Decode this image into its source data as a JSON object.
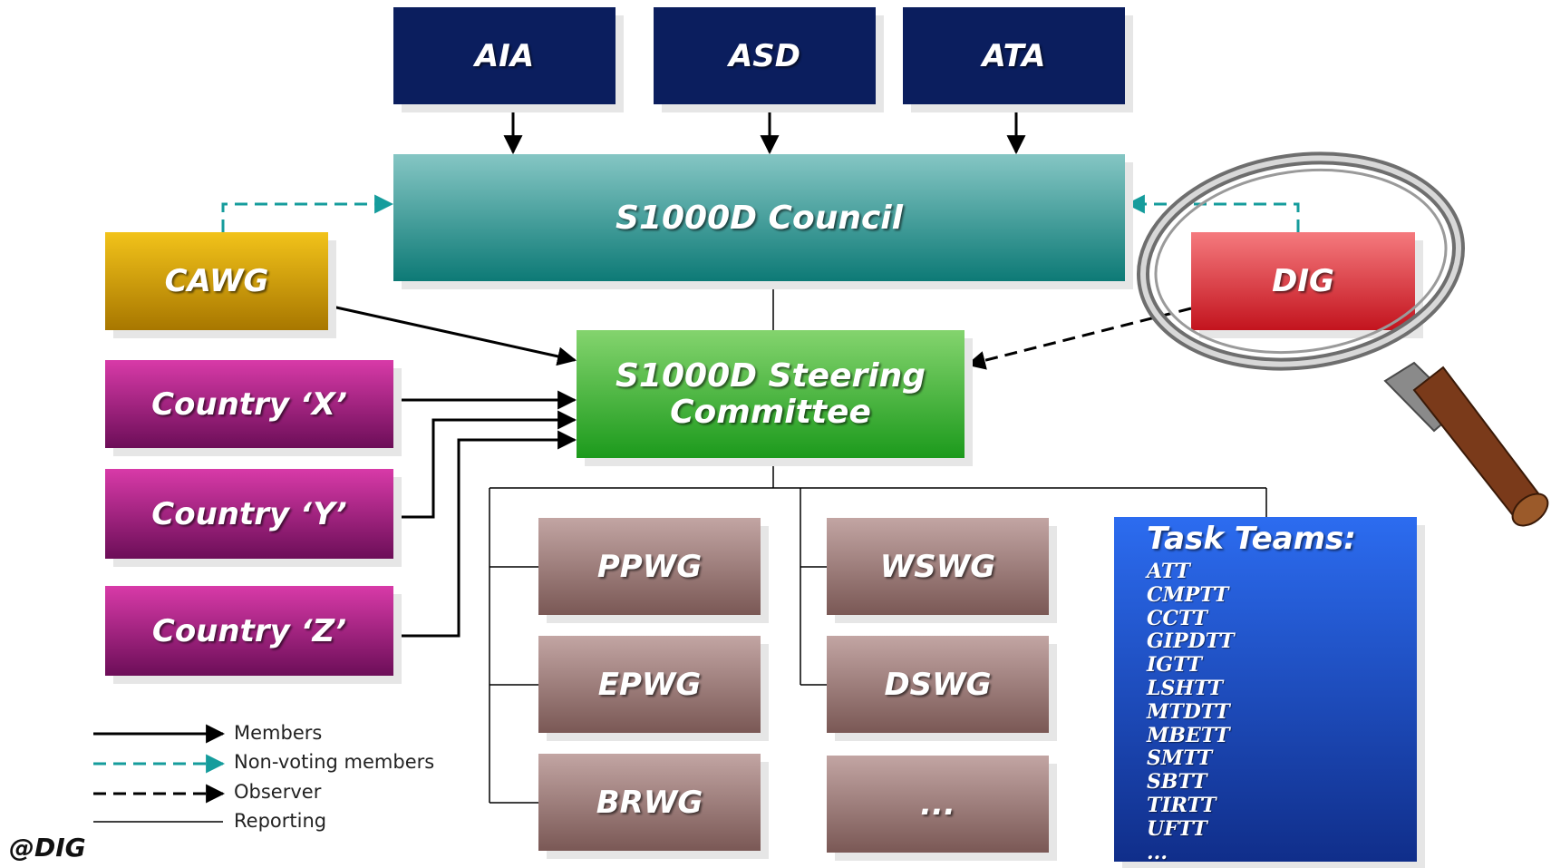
{
  "orgs": {
    "aia": "AIA",
    "asd": "ASD",
    "ata": "ATA"
  },
  "council": "S1000D Council",
  "cawg": "CAWG",
  "dig": "DIG",
  "steering": {
    "line1": "S1000D Steering",
    "line2": "Committee"
  },
  "countries": {
    "x": "Country ‘X’",
    "y": "Country ‘Y’",
    "z": "Country ‘Z’"
  },
  "working_groups": {
    "ppwg": "PPWG",
    "epwg": "EPWG",
    "brwg": "BRWG",
    "wswg": "WSWG",
    "dswg": "DSWG",
    "more": "..."
  },
  "task_teams": {
    "title": "Task Teams:",
    "items": [
      "ATT",
      "CMPTT",
      "CCTT",
      "GIPDTT",
      "IGTT",
      "LSHTT",
      "MTDTT",
      "MBETT",
      "SMTT",
      "SBTT",
      "TIRTT",
      "UFTT",
      "..."
    ]
  },
  "legend": {
    "members": "Members",
    "non_voting": "Non-voting members",
    "observer": "Observer",
    "reporting": "Reporting"
  },
  "credit": "@DIG",
  "colors": {
    "navy": "#0b1e5e",
    "council": "#0d7a76",
    "steering": "#1c9a1c",
    "cawg": "#d9a10a",
    "dig": "#d8282f",
    "country": "#a2207f",
    "working_group": "#9c7c79",
    "task_teams": "#1d4fc4",
    "non_voting_line": "#159c9c"
  }
}
